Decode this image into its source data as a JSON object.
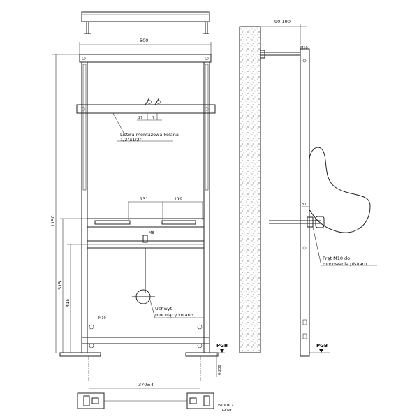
{
  "dimensions": {
    "top_width": "500",
    "total_height": "1150",
    "height_515": "515",
    "height_415": "415",
    "spacing_131": "131",
    "spacing_119": "119",
    "dim_27": "27",
    "dim_7": "7",
    "wall_offset": "90-190",
    "dim_30": "30",
    "bottom_spacing": "370±4",
    "floor_offset": "0-200"
  },
  "labels": {
    "elbow_bracket_line1": "Listwa montażowa kolana",
    "elbow_bracket_line2": "1/2\"x1/2\"",
    "holder_line1": "Uchwyt",
    "holder_line2": "mocujący kolano",
    "rod_line1": "Pręt M10 do",
    "rod_line2": "mocowania pisuaru",
    "m8": "M8",
    "m10_left": "M10",
    "m10_right": "M10",
    "pgb_left": "PGB",
    "pgb_right": "PGB",
    "top_view_line1": "WIDOK Z",
    "top_view_line2": "GÓRY",
    "top_small_mark": "11"
  }
}
